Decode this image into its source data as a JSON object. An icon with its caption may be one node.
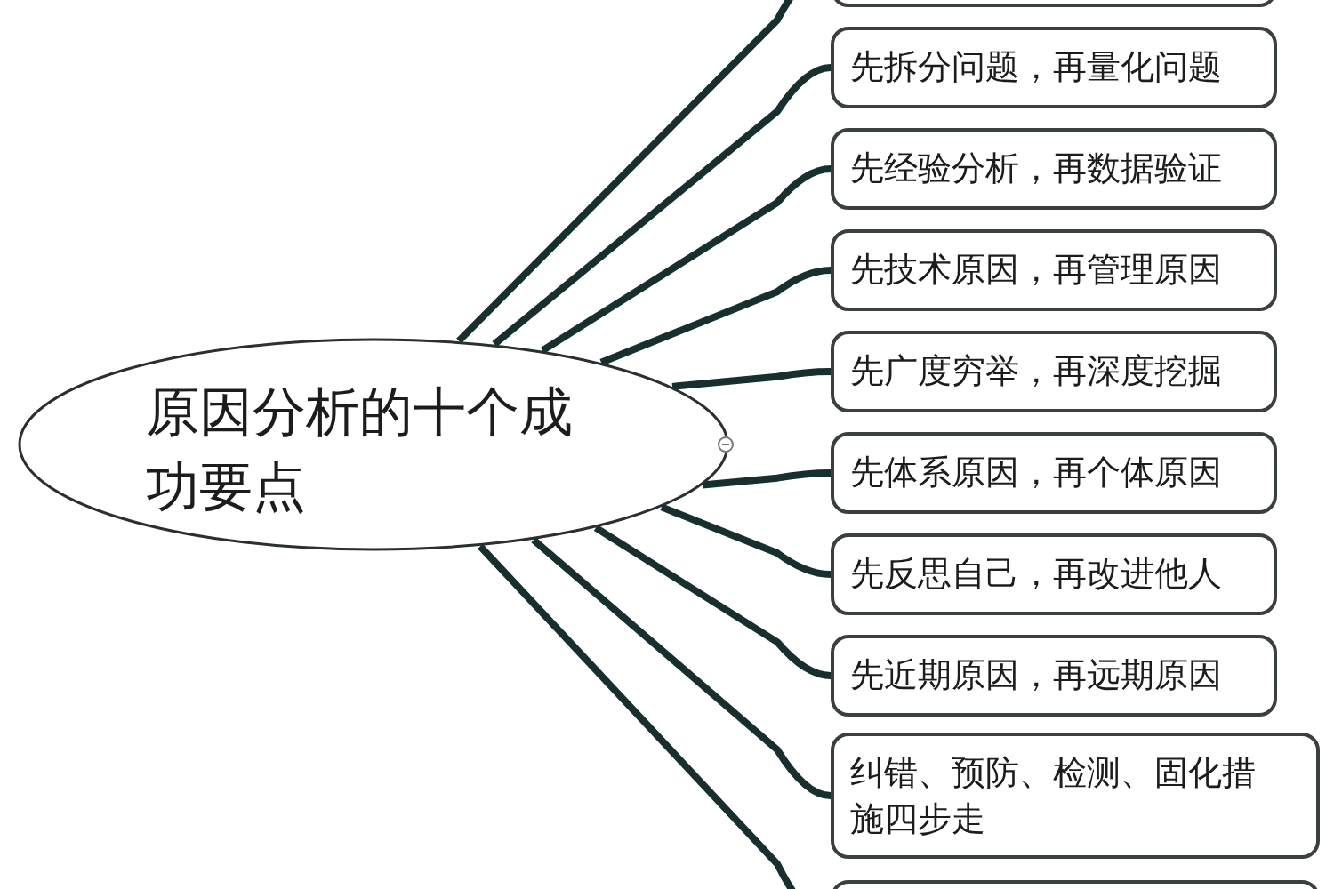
{
  "diagram": {
    "nodes": [
      {
        "text": [
          "原因分析的十个成功要点"
        ]
      },
      {
        "text": [],
        "shape": "box"
      },
      {
        "text": [
          "先拆分问题，再量化问题"
        ]
      },
      {
        "text": [
          "先经验分析，再数据验证"
        ]
      },
      {
        "text": [
          "先技术原因，再管理原因"
        ]
      },
      {
        "text": [
          "先广度穷举，再深度挖掘"
        ]
      },
      {
        "text": [
          "先体系原因，再个体原因"
        ]
      },
      {
        "text": [
          "先反思自己，再改进他人"
        ]
      },
      {
        "text": [
          "先近期原因，再远期原因"
        ]
      },
      {
        "text": [
          "纠错、预防、检测、固化措施四步走"
        ]
      },
      {
        "text": [],
        "shape": "box"
      }
    ],
    "edges": [
      {
        "from": 0,
        "to": 1,
        "arrow": "none"
      },
      {
        "from": 0,
        "to": 2,
        "arrow": "none"
      },
      {
        "from": 0,
        "to": 3,
        "arrow": "none"
      },
      {
        "from": 0,
        "to": 4,
        "arrow": "none"
      },
      {
        "from": 0,
        "to": 5,
        "arrow": "none"
      },
      {
        "from": 0,
        "to": 6,
        "arrow": "none"
      },
      {
        "from": 0,
        "to": 7,
        "arrow": "none"
      },
      {
        "from": 0,
        "to": 8,
        "arrow": "none"
      },
      {
        "from": 0,
        "to": 9,
        "arrow": "none"
      },
      {
        "from": 0,
        "to": 10,
        "arrow": "none"
      }
    ]
  }
}
